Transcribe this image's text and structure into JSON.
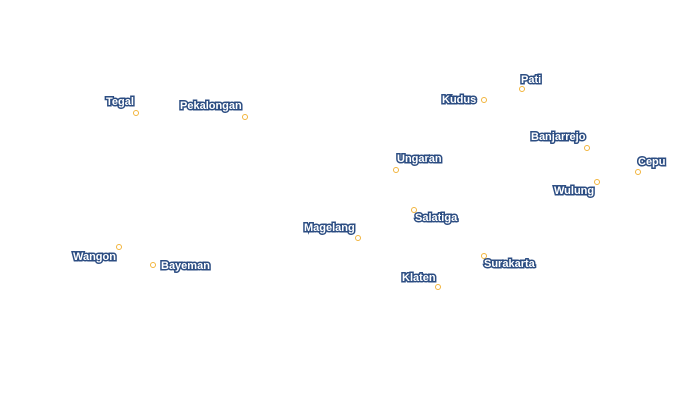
{
  "map": {
    "marker_color": "#f2b43c",
    "label_color": "#ffffff",
    "label_halo_color": "#2d4e83",
    "background": "#ffffff",
    "cities": [
      {
        "id": "tegal",
        "name": "Tegal"
      },
      {
        "id": "pekalongan",
        "name": "Pekalongan"
      },
      {
        "id": "kudus",
        "name": "Kudus"
      },
      {
        "id": "pati",
        "name": "Pati"
      },
      {
        "id": "banjarrejo",
        "name": "Banjarrejo"
      },
      {
        "id": "cepu",
        "name": "Cepu"
      },
      {
        "id": "wulung",
        "name": "Wulung"
      },
      {
        "id": "ungaran",
        "name": "Ungaran"
      },
      {
        "id": "salatiga",
        "name": "Salatiga"
      },
      {
        "id": "magelang",
        "name": "Magelang"
      },
      {
        "id": "surakarta",
        "name": "Surakarta"
      },
      {
        "id": "klaten",
        "name": "Klaten"
      },
      {
        "id": "wangon",
        "name": "Wangon"
      },
      {
        "id": "bayeman",
        "name": "Bayeman"
      }
    ]
  }
}
